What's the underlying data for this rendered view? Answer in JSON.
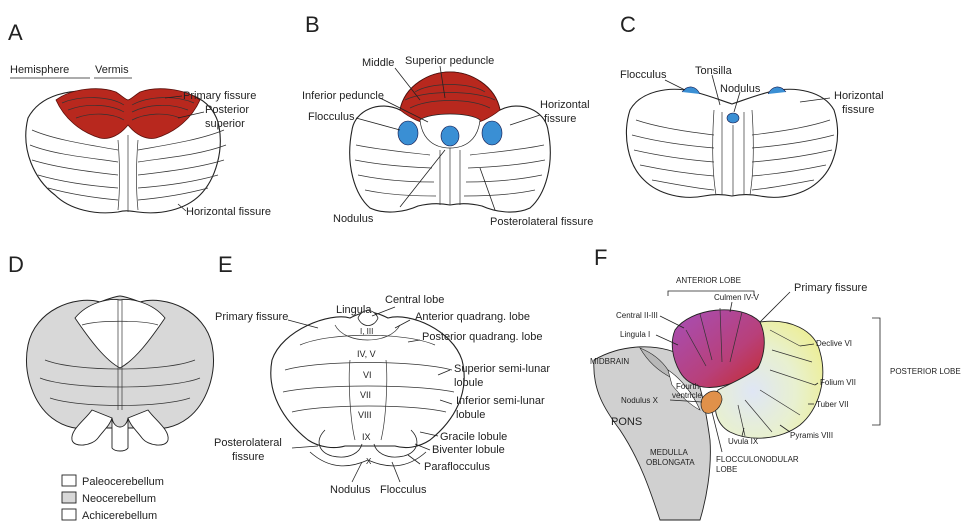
{
  "panels": {
    "A": {
      "letter": "A",
      "hemisphere": "Hemisphere",
      "vermis": "Vermis",
      "primary_fissure": "Primary fissure",
      "posterior": "Posterior",
      "superior": "superior",
      "horizontal_fissure": "Horizontal fissure"
    },
    "B": {
      "letter": "B",
      "middle": "Middle",
      "superior_peduncle": "Superior peduncle",
      "inferior_peduncle": "Inferior peduncle",
      "flocculus": "Flocculus",
      "horizontal": "Horizontal",
      "fissure": "fissure",
      "nodulus": "Nodulus",
      "posterolateral_fissure": "Posterolateral fissure"
    },
    "C": {
      "letter": "C",
      "flocculus": "Flocculus",
      "tonsilla": "Tonsilla",
      "nodulus": "Nodulus",
      "horizontal": "Horizontal",
      "fissure": "fissure"
    },
    "D": {
      "letter": "D",
      "legend": [
        "Paleocerebellum",
        "Neocerebellum",
        "Achicerebellum"
      ]
    },
    "E": {
      "letter": "E",
      "lingula": "Lingula",
      "central_lobe": "Central lobe",
      "primary_fissure": "Primary fissure",
      "roman_1": "I, III",
      "anterior_quad": "Anterior quadrang. lobe",
      "posterior_quad": "Posterior quadrang. lobe",
      "roman_4": "IV, V",
      "roman_6": "VI",
      "roman_7": "VII",
      "roman_8": "VIII",
      "roman_9": "IX",
      "roman_10": "X",
      "superior_semi": "Superior semi-lunar",
      "lobule_1": "lobule",
      "inferior_semi": "Inferior semi-lunar",
      "lobule_2": "lobule",
      "gracile": "Gracile lobule",
      "biventer": "Biventer lobule",
      "posterolateral": "Posterolateral",
      "fissure": "fissure",
      "paraflocculus": "Paraflocculus",
      "nodulus": "Nodulus",
      "flocculus": "Flocculus"
    },
    "F": {
      "letter": "F",
      "anterior_lobe": "ANTERIOR LOBE",
      "culmen": "Culmen IV-V",
      "primary_fissure": "Primary fissure",
      "central": "Central II-III",
      "lingula": "Lingula I",
      "midbrain": "MIDBRAIN",
      "fourth": "Fourth",
      "ventricle": "ventricle",
      "nodulus": "Nodulus X",
      "pons": "PONS",
      "medulla": "MEDULLA",
      "oblongata": "OBLONGATA",
      "flocculonodular": "FLOCCULONODULAR",
      "lobe": "LOBE",
      "uvula": "Uvula IX",
      "pyramis": "Pyramis VIII",
      "declive": "Declive VI",
      "folium": "Folium VII",
      "tuber": "Tuber VII",
      "posterior_lobe": "POSTERIOR LOBE"
    }
  },
  "colors": {
    "red": "#b8281e",
    "blue": "#3a8fd4",
    "gray": "#d8d8d8",
    "purple": "#a94fb3",
    "yellow": "#e9e98a",
    "orange": "#e0914a"
  }
}
